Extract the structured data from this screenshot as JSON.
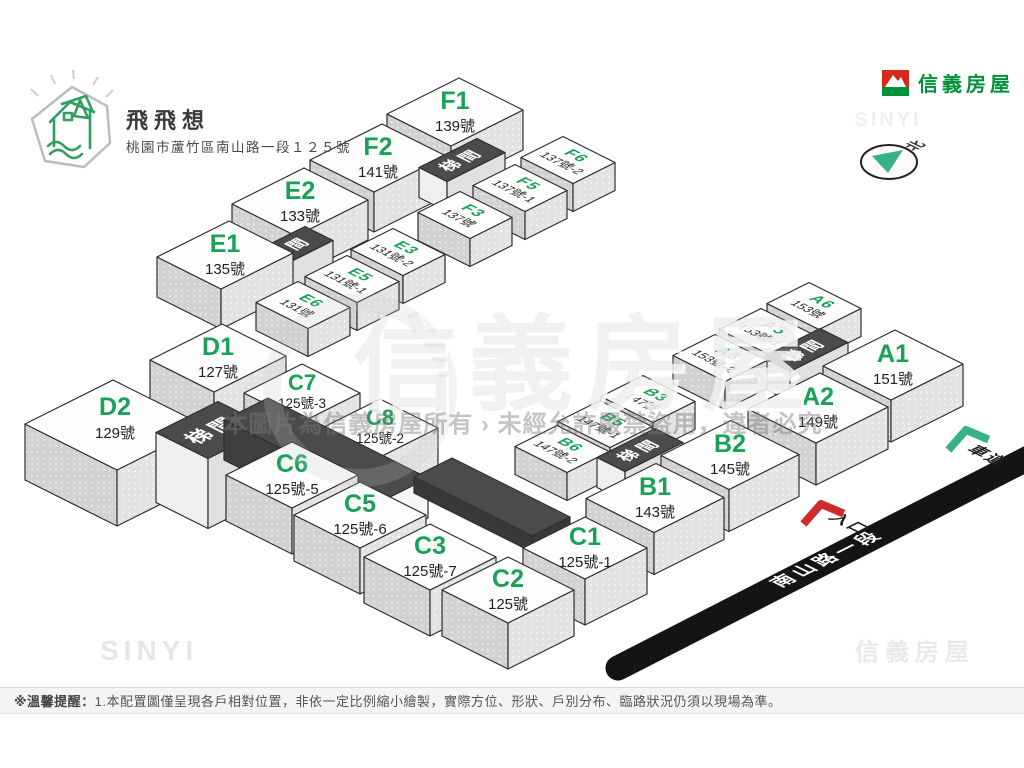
{
  "header": {
    "project_name": "飛飛想",
    "project_address": "桃園市蘆竹區南山路一段１２５號",
    "brand_name": "信義房屋"
  },
  "compass": {
    "north_label": "北"
  },
  "road": {
    "name": "南山路一段",
    "entrance_label": "入口",
    "driveway_label": "車道"
  },
  "stair_label": "梯間",
  "blocks": {
    "F1": {
      "label": "F1",
      "address": "139號"
    },
    "F2": {
      "label": "F2",
      "address": "141號"
    },
    "F3": {
      "label": "F3",
      "address": "137號"
    },
    "F5": {
      "label": "F5",
      "address": "137號-1"
    },
    "F6": {
      "label": "F6",
      "address": "137號-2"
    },
    "E1": {
      "label": "E1",
      "address": "135號"
    },
    "E2": {
      "label": "E2",
      "address": "133號"
    },
    "E3": {
      "label": "E3",
      "address": "131號-2"
    },
    "E5": {
      "label": "E5",
      "address": "131號-1"
    },
    "E6": {
      "label": "E6",
      "address": "131號"
    },
    "D1": {
      "label": "D1",
      "address": "127號"
    },
    "D2": {
      "label": "D2",
      "address": "129號"
    },
    "C1": {
      "label": "C1",
      "address": "125號-1"
    },
    "C2": {
      "label": "C2",
      "address": "125號"
    },
    "C3": {
      "label": "C3",
      "address": "125號-7"
    },
    "C5": {
      "label": "C5",
      "address": "125號-6"
    },
    "C6": {
      "label": "C6",
      "address": "125號-5"
    },
    "C7": {
      "label": "C7",
      "address": "125號-3"
    },
    "C8": {
      "label": "C8",
      "address": "125號-2"
    },
    "B1": {
      "label": "B1",
      "address": "143號"
    },
    "B2": {
      "label": "B2",
      "address": "145號"
    },
    "B3": {
      "label": "B3",
      "address": "147號"
    },
    "B5": {
      "label": "B5",
      "address": "147號-1"
    },
    "B6": {
      "label": "B6",
      "address": "147號-2"
    },
    "A1": {
      "label": "A1",
      "address": "151號"
    },
    "A2": {
      "label": "A2",
      "address": "149號"
    },
    "A3": {
      "label": "A3",
      "address": "153號-2"
    },
    "A5": {
      "label": "A5",
      "address": "153號-1"
    },
    "A6": {
      "label": "A6",
      "address": "153號"
    }
  },
  "watermarks": {
    "brand_large": "信義房屋",
    "copyright_line": "本圖片為信義房屋所有 › 未經允許嚴禁盜用，違者必究",
    "corner_left": "SINYI",
    "corner_right": "信義房屋",
    "corner_top": "SINYI"
  },
  "footer": {
    "disclaimer_prefix": "※溫馨提醒：",
    "disclaimer_text": "1.本配置圖僅呈現各戶相對位置，非依一定比例縮小繪製，實際方位、形狀、戶別分布、臨路狀況仍須以現場為準。"
  },
  "colors": {
    "accent_green": "#17a257",
    "brand_green": "#00913c",
    "brand_red": "#d7281d",
    "entrance_red": "#cf2b2b",
    "driveway_green": "#36b285",
    "stair_dark": "#4b4b4b"
  }
}
